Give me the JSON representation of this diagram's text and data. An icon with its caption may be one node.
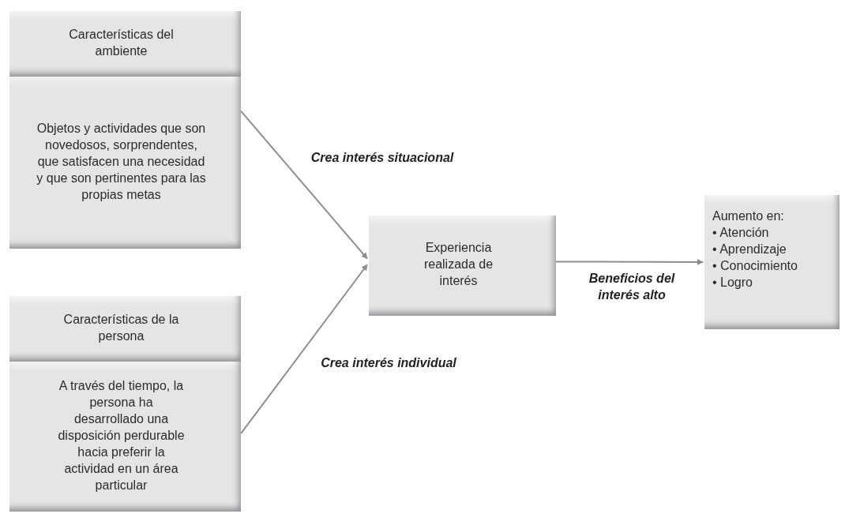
{
  "diagram": {
    "nodes": [
      {
        "text": [
          "Características del ambiente"
        ]
      },
      {
        "text": [
          "Objetos y actividades que son novedosos, sorprendentes, que satisfacen una necesidad y que son pertinentes para las propias metas"
        ]
      },
      {
        "text": [
          "Características de la persona"
        ]
      },
      {
        "text": [
          "A través del tiempo, la persona ha desarrollado una disposición perdurable hacia preferir la actividad en un área particular"
        ]
      },
      {
        "text": [
          "Experiencia realizada de interés"
        ]
      },
      {
        "text": [
          "Aumento en:",
          "• Atención",
          "• Aprendizaje",
          "• Conocimiento",
          "• Logro"
        ]
      }
    ],
    "edges": [
      {
        "from": 1,
        "to": 4,
        "arrow": "to",
        "label": "Crea interés situacional"
      },
      {
        "from": 3,
        "to": 4,
        "arrow": "to",
        "label": "Crea interés individual"
      },
      {
        "from": 4,
        "to": 5,
        "arrow": "to",
        "label": "Beneficios del interés alto"
      }
    ]
  }
}
